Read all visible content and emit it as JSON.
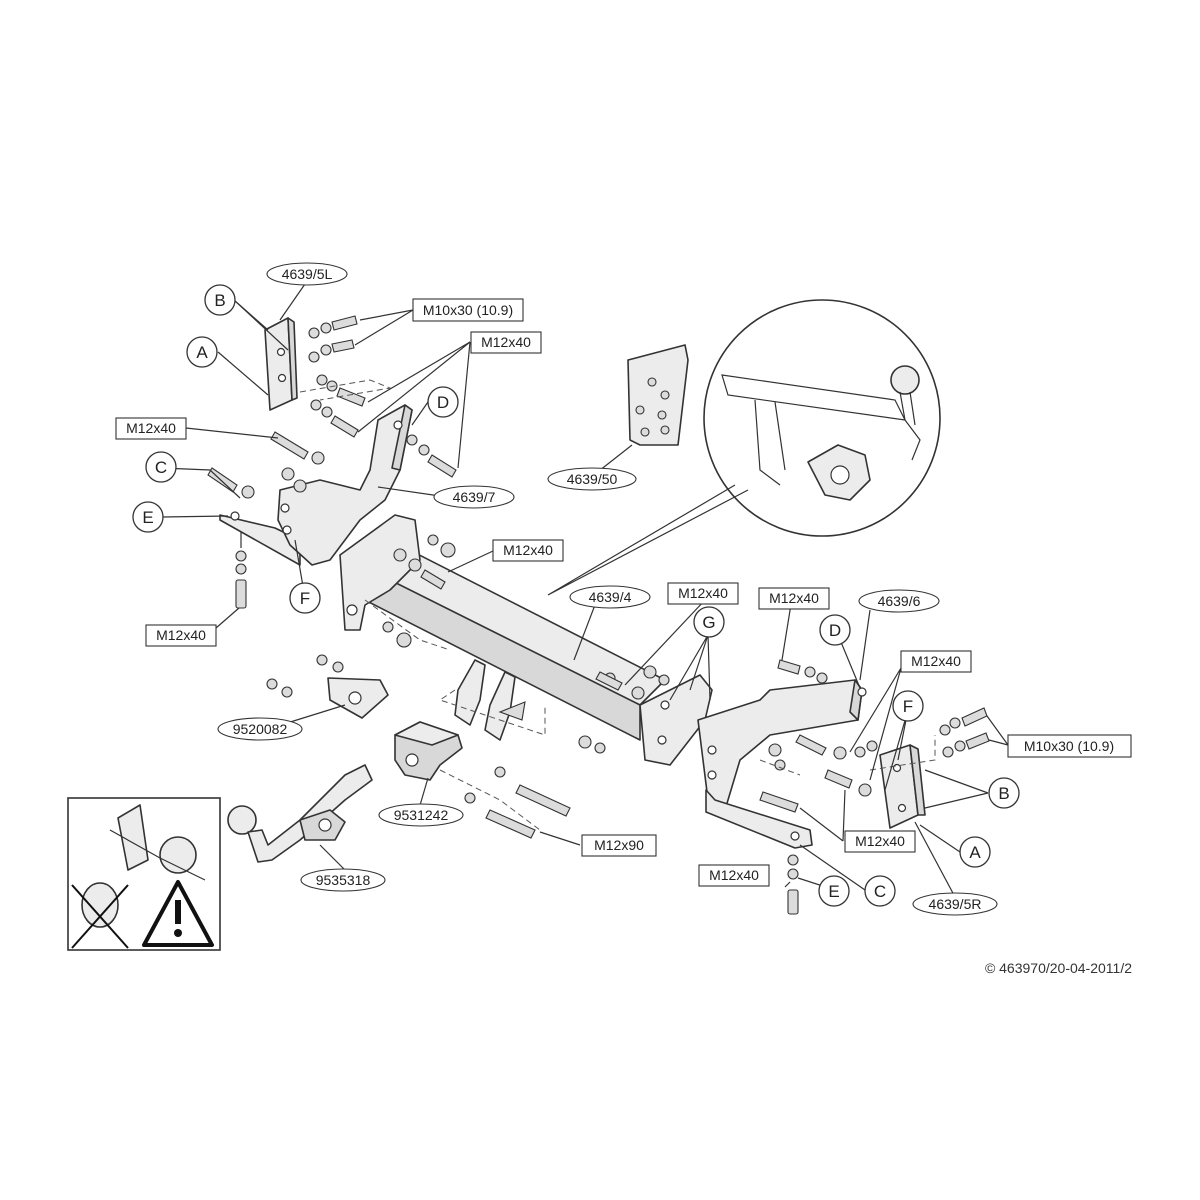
{
  "diagram": {
    "copyright": "© 463970/20-04-2011/2",
    "part_numbers": {
      "bracket_left": "4639/5L",
      "bracket_right": "4639/5R",
      "arm_left": "4639/7",
      "arm_right": "4639/6",
      "crossbar": "4639/4",
      "inset_plate": "4639/50",
      "socket_plate": "9520082",
      "ball_clamp": "9531242",
      "ball_neck": "9535318"
    },
    "bolt_sizes": {
      "m10x30_left": "M10x30 (10.9)",
      "m12x40_top": "M12x40",
      "m12x40_left_upper": "M12x40",
      "m12x40_left_lower": "M12x40",
      "m12x40_center": "M12x40",
      "m12x40_crossbar": "M12x40",
      "m12x40_right_top": "M12x40",
      "m12x40_right_mid": "M12x40",
      "m10x30_right": "M10x30 (10.9)",
      "m12x40_right_lower": "M12x40",
      "m12x40_bottom": "M12x40",
      "m12x90": "M12x90"
    },
    "letters": {
      "a_left": "A",
      "b_left": "B",
      "c_left": "C",
      "d_left": "D",
      "e_left": "E",
      "f_left": "F",
      "g_center": "G",
      "d_right": "D",
      "f_right": "F",
      "b_right": "B",
      "a_right": "A",
      "c_right": "C",
      "e_right": "E"
    }
  }
}
